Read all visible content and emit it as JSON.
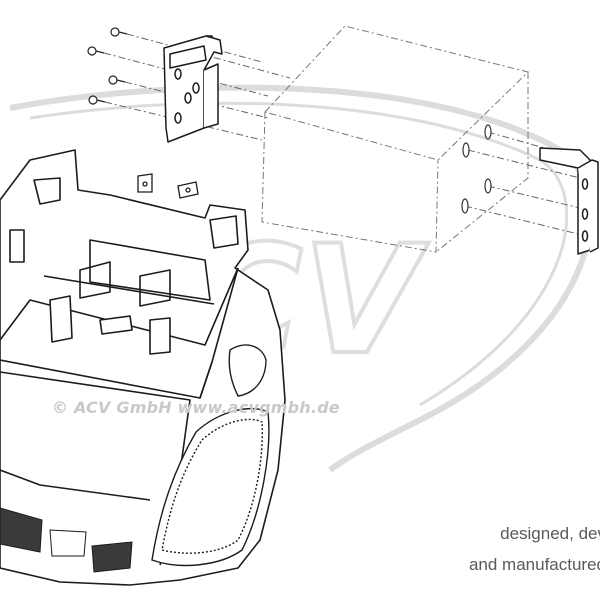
{
  "watermark": {
    "logo_letters": "ACV",
    "copyright": "© ACV GmbH www.acvgmbh.de"
  },
  "tagline": {
    "line1": "designed, dev",
    "line2": "and manufactured"
  },
  "colors": {
    "line": "#1c1c1c",
    "dashed": "#6c6c6c",
    "watermark": "#d9d9d9",
    "text": "#5a5a5a"
  }
}
